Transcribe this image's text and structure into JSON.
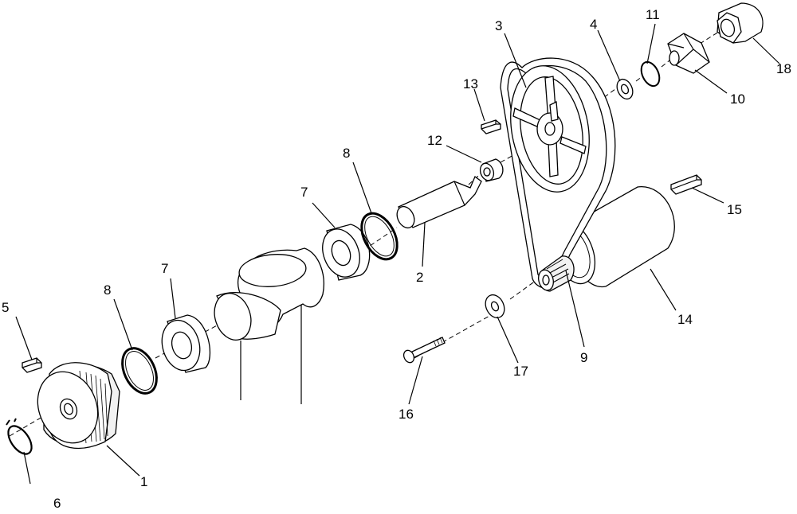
{
  "callouts": {
    "c1": "1",
    "c2": "2",
    "c3": "3",
    "c4": "4",
    "c5": "5",
    "c6": "6",
    "c7a": "7",
    "c7b": "7",
    "c8a": "8",
    "c8b": "8",
    "c9": "9",
    "c10": "10",
    "c11": "11",
    "c12": "12",
    "c13": "13",
    "c14": "14",
    "c15": "15",
    "c16": "16",
    "c17": "17",
    "c18": "18"
  }
}
